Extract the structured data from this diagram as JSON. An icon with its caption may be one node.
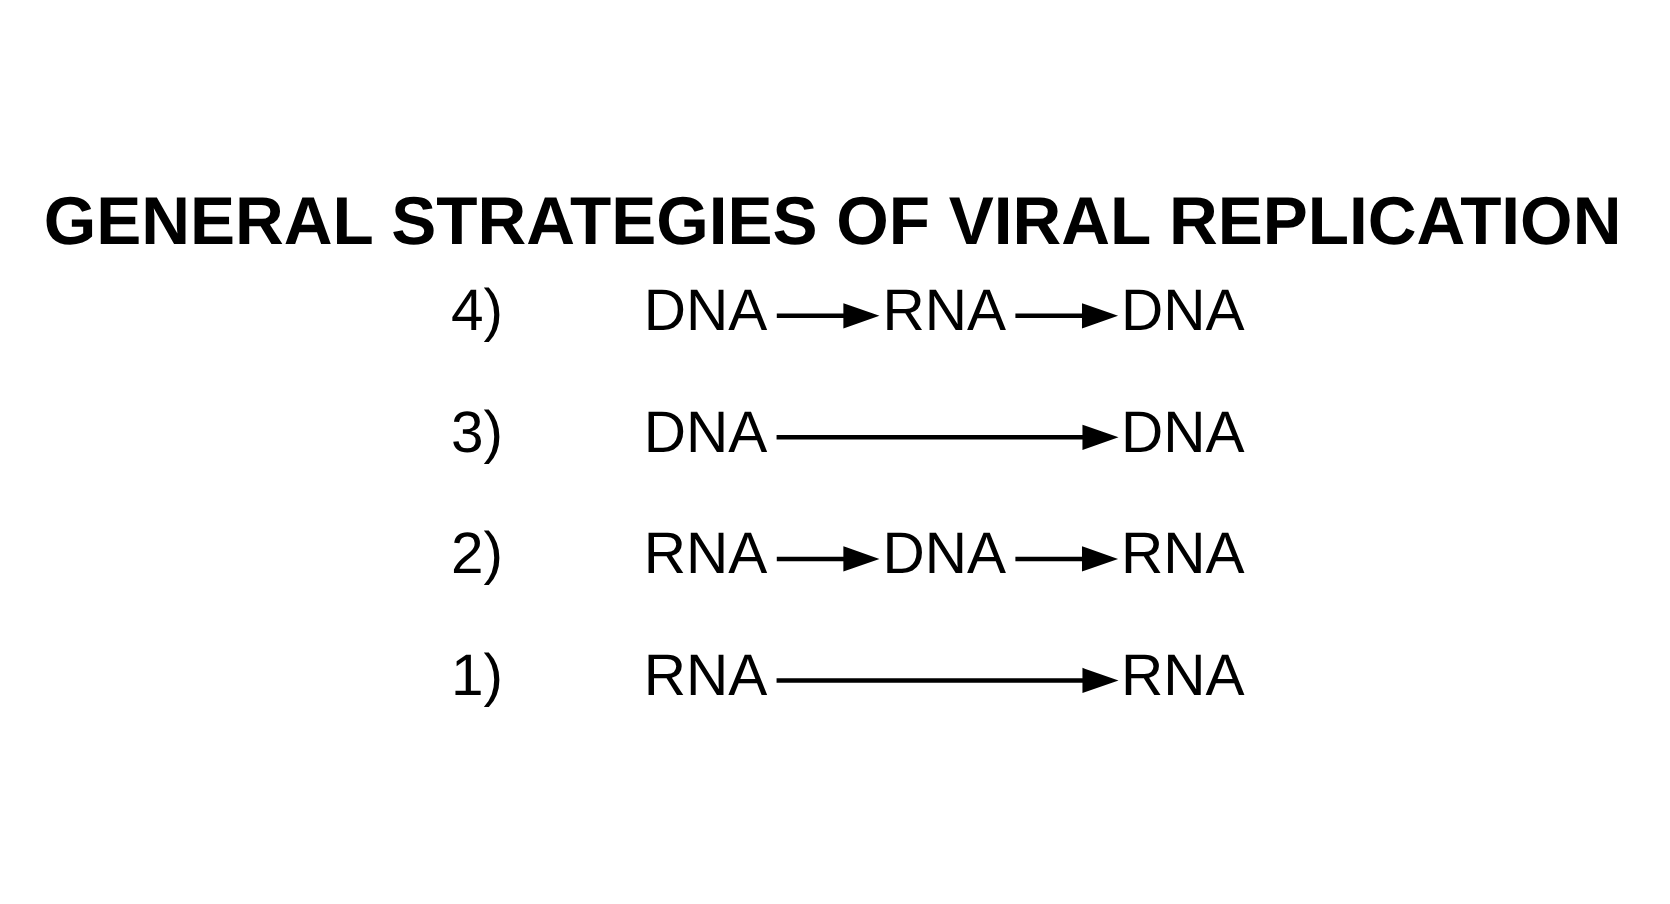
{
  "diagram": {
    "title": "GENERAL STRATEGIES OF VIRAL REPLICATION",
    "nodes": [
      {
        "text": [
          "RNA"
        ]
      },
      {
        "text": [
          "RNA"
        ]
      },
      {
        "text": [
          "RNA"
        ]
      },
      {
        "text": [
          "DNA"
        ]
      },
      {
        "text": [
          "RNA"
        ]
      },
      {
        "text": [
          "DNA"
        ]
      },
      {
        "text": [
          "DNA"
        ]
      },
      {
        "text": [
          "DNA"
        ]
      },
      {
        "text": [
          "RNA"
        ]
      },
      {
        "text": [
          "DNA"
        ]
      }
    ],
    "edges": [
      {
        "from": 0,
        "to": 1,
        "arrow": "to"
      },
      {
        "from": 2,
        "to": 3,
        "arrow": "to"
      },
      {
        "from": 3,
        "to": 4,
        "arrow": "to"
      },
      {
        "from": 5,
        "to": 6,
        "arrow": "to"
      },
      {
        "from": 7,
        "to": 8,
        "arrow": "to"
      },
      {
        "from": 8,
        "to": 9,
        "arrow": "to"
      }
    ],
    "labels": [
      "1)",
      "2)",
      "3)",
      "4)"
    ]
  }
}
